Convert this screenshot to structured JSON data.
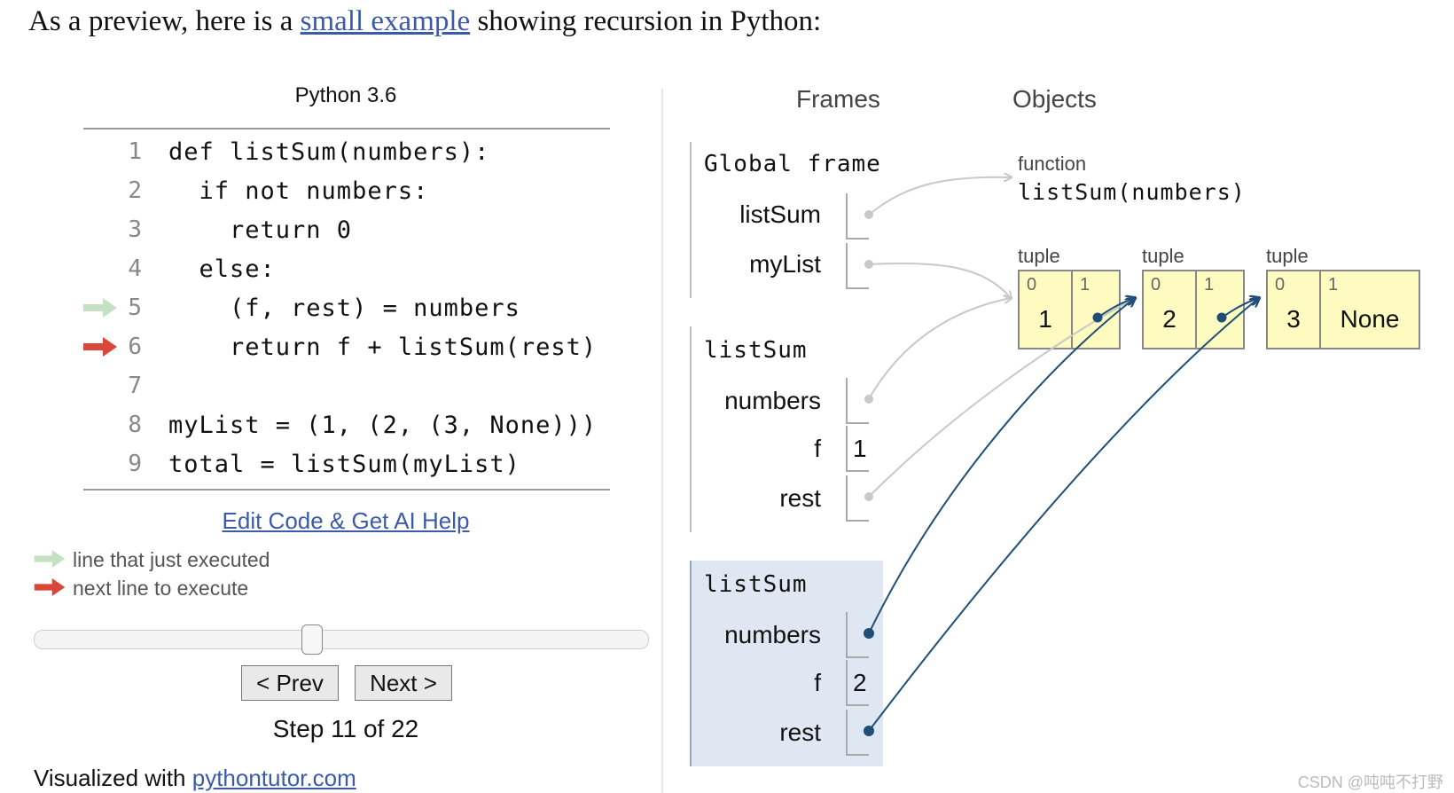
{
  "intro": {
    "prefix": "As a preview, here is a ",
    "link": "small example",
    "suffix": " showing recursion in Python:"
  },
  "code_panel": {
    "python_version": "Python 3.6",
    "lines": [
      {
        "num": "1",
        "code": "def listSum(numbers):"
      },
      {
        "num": "2",
        "code": "  if not numbers:"
      },
      {
        "num": "3",
        "code": "    return 0"
      },
      {
        "num": "4",
        "code": "  else:"
      },
      {
        "num": "5",
        "code": "    (f, rest) = numbers"
      },
      {
        "num": "6",
        "code": "    return f + listSum(rest)"
      },
      {
        "num": "7",
        "code": ""
      },
      {
        "num": "8",
        "code": "myList = (1, (2, (3, None)))"
      },
      {
        "num": "9",
        "code": "total = listSum(myList)"
      }
    ],
    "just_executed_line": 5,
    "next_line": 6,
    "edit_link": "Edit Code & Get AI Help",
    "legend": {
      "executed": "line that just executed",
      "next": "next line to execute"
    },
    "slider": {
      "step": 11,
      "total": 22
    },
    "prev_label": "< Prev",
    "next_label": "Next >",
    "step_text": "Step 11 of 22",
    "visualized_prefix": "Visualized with ",
    "visualized_link": "pythontutor.com"
  },
  "viz": {
    "frames_header": "Frames",
    "objects_header": "Objects",
    "global_frame": {
      "name": "Global frame",
      "vars": [
        "listSum",
        "myList"
      ]
    },
    "frame1": {
      "name": "listSum",
      "vars": [
        "numbers",
        "f",
        "rest"
      ],
      "f_value": "1"
    },
    "frame2": {
      "name": "listSum",
      "vars": [
        "numbers",
        "f",
        "rest"
      ],
      "f_value": "2"
    },
    "function_obj": {
      "type": "function",
      "name": "listSum(numbers)"
    },
    "tuples": [
      {
        "type": "tuple",
        "cells": [
          {
            "idx": "0",
            "val": "1"
          },
          {
            "idx": "1",
            "val": ""
          }
        ]
      },
      {
        "type": "tuple",
        "cells": [
          {
            "idx": "0",
            "val": "2"
          },
          {
            "idx": "1",
            "val": ""
          }
        ]
      },
      {
        "type": "tuple",
        "cells": [
          {
            "idx": "0",
            "val": "3"
          },
          {
            "idx": "1",
            "val": "None"
          }
        ]
      }
    ]
  },
  "colors": {
    "link": "#3b5aa8",
    "pointer_active": "#1f4e79",
    "pointer_inactive": "#c8c8c8",
    "arrow_green": "#c5e0c3",
    "arrow_red": "#d9473a",
    "tuple_bg": "#fdfbbf"
  },
  "watermark": "CSDN @吨吨不打野"
}
